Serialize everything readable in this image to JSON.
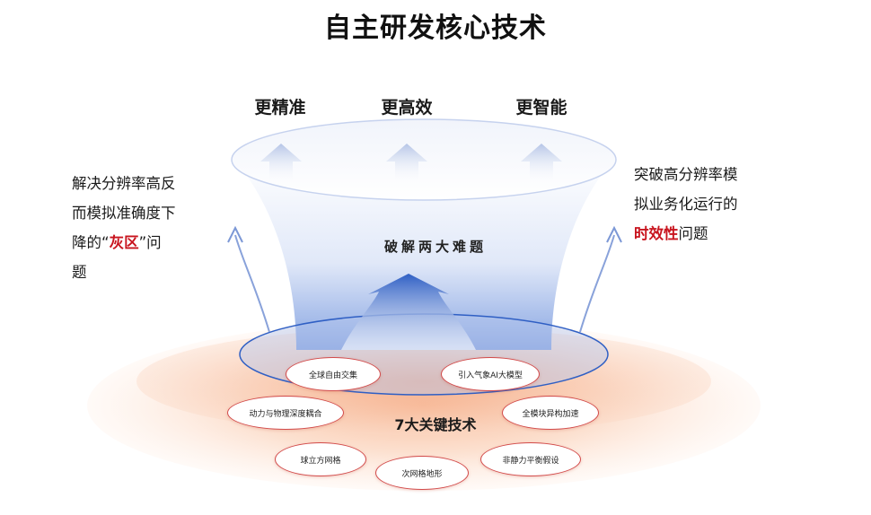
{
  "title": "自主研发核心技术",
  "goals": [
    "更精准",
    "更高效",
    "更智能"
  ],
  "left_problem": {
    "line1": "解决分辨率高反",
    "line2": "而模拟准确度下",
    "line3_pre": "降的“",
    "line3_highlight": "灰区",
    "line3_post": "”问",
    "line4": "题"
  },
  "right_problem": {
    "line1": "突破高分辨率模",
    "line2": "拟业务化运行的",
    "line3_highlight": "时效性",
    "line3_post": "问题"
  },
  "center_label": "破解两大难题",
  "key_tech_label": "7大关键技术",
  "technologies": [
    "全球自由交集",
    "引入气象AI大模型",
    "动力与物理深度耦合",
    "全模块异构加速",
    "球立方网格",
    "次网格地形",
    "非静力平衡假设"
  ],
  "colors": {
    "highlight": "#c8141e",
    "funnel_blue": "#3f6fcf",
    "base_orange": "#f4b48c",
    "pill_border": "#d24a4a"
  }
}
